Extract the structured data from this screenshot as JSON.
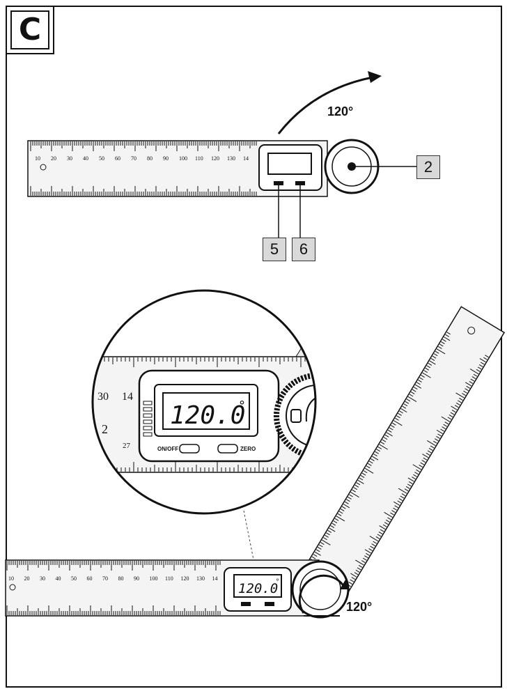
{
  "section": {
    "label": "C"
  },
  "top_view": {
    "rotation_label": "120°",
    "callouts": {
      "item_2": "2",
      "item_5": "5",
      "item_6": "6"
    }
  },
  "zoom_view": {
    "display_value": "120.0",
    "degree_symbol": "°",
    "ruler_marks": {
      "cm_30": "30",
      "inch_14": "14",
      "inch_2": "2",
      "cm_27": "27"
    },
    "button_left": "ON/OFF",
    "button_right": "ZERO"
  },
  "bottom_view": {
    "display_value": "120.0",
    "degree_symbol": "°",
    "angle_label": "120°"
  },
  "scale_numbers": [
    "10",
    "20",
    "30",
    "40",
    "50",
    "60",
    "70",
    "80",
    "90",
    "100",
    "110",
    "120",
    "130",
    "14"
  ],
  "colors": {
    "line": "#111111",
    "callout_fill": "#d9d9d9",
    "ruler_fill": "#f4f4f4"
  }
}
